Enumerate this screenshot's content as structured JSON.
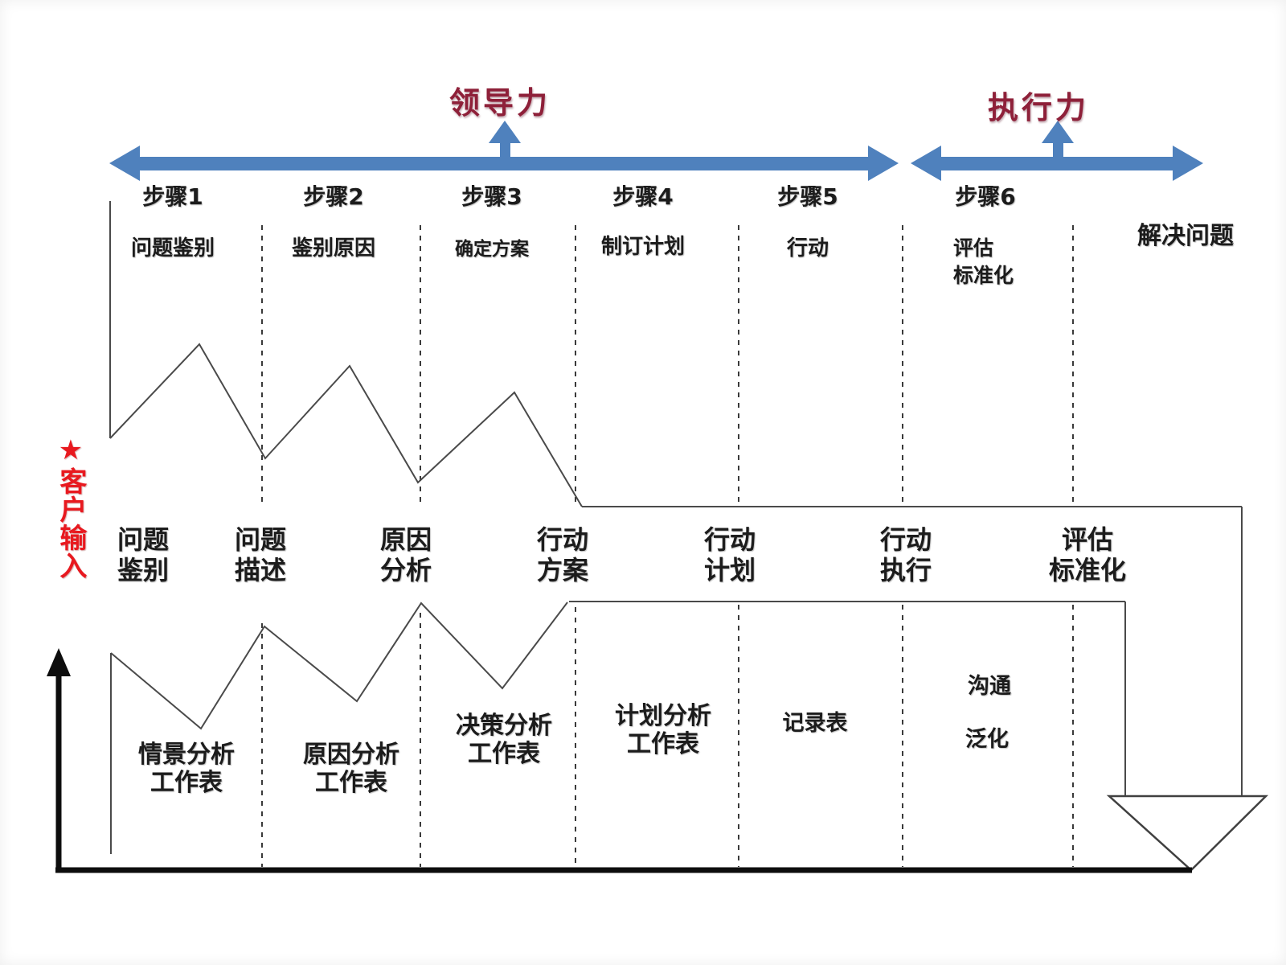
{
  "colors": {
    "arrow_blue": "#4f81bd",
    "title_maroon": "#8e2039",
    "note_red": "#e8191f",
    "line_dark": "#404040",
    "text_black": "#1c1c1c"
  },
  "titles": {
    "leadership": "领导力",
    "execution": "执行力"
  },
  "steps": [
    {
      "label": "步骤1",
      "sub": "问题鉴别"
    },
    {
      "label": "步骤2",
      "sub": "鉴别原因"
    },
    {
      "label": "步骤3",
      "sub": "确定方案"
    },
    {
      "label": "步骤4",
      "sub": "制订计划"
    },
    {
      "label": "步骤5",
      "sub": "行动"
    },
    {
      "label": "步骤6",
      "sub_line1": "评估",
      "sub_line2": "标准化"
    }
  ],
  "result_label": "解决问题",
  "customer_note": "★客户输入",
  "process_row": [
    {
      "line1": "问题",
      "line2": "鉴别"
    },
    {
      "line1": "问题",
      "line2": "描述"
    },
    {
      "line1": "原因",
      "line2": "分析"
    },
    {
      "line1": "行动",
      "line2": "方案"
    },
    {
      "line1": "行动",
      "line2": "计划"
    },
    {
      "line1": "行动",
      "line2": "执行"
    },
    {
      "line1": "评估",
      "line2": "标准化"
    }
  ],
  "tools_row": [
    {
      "line1": "情景分析",
      "line2": "工作表"
    },
    {
      "line1": "原因分析",
      "line2": "工作表"
    },
    {
      "line1": "决策分析",
      "line2": "工作表"
    },
    {
      "line1": "计划分析",
      "line2": "工作表"
    },
    {
      "line1": "记录表"
    },
    {
      "line1": "沟通",
      "line2": "泛化"
    }
  ]
}
